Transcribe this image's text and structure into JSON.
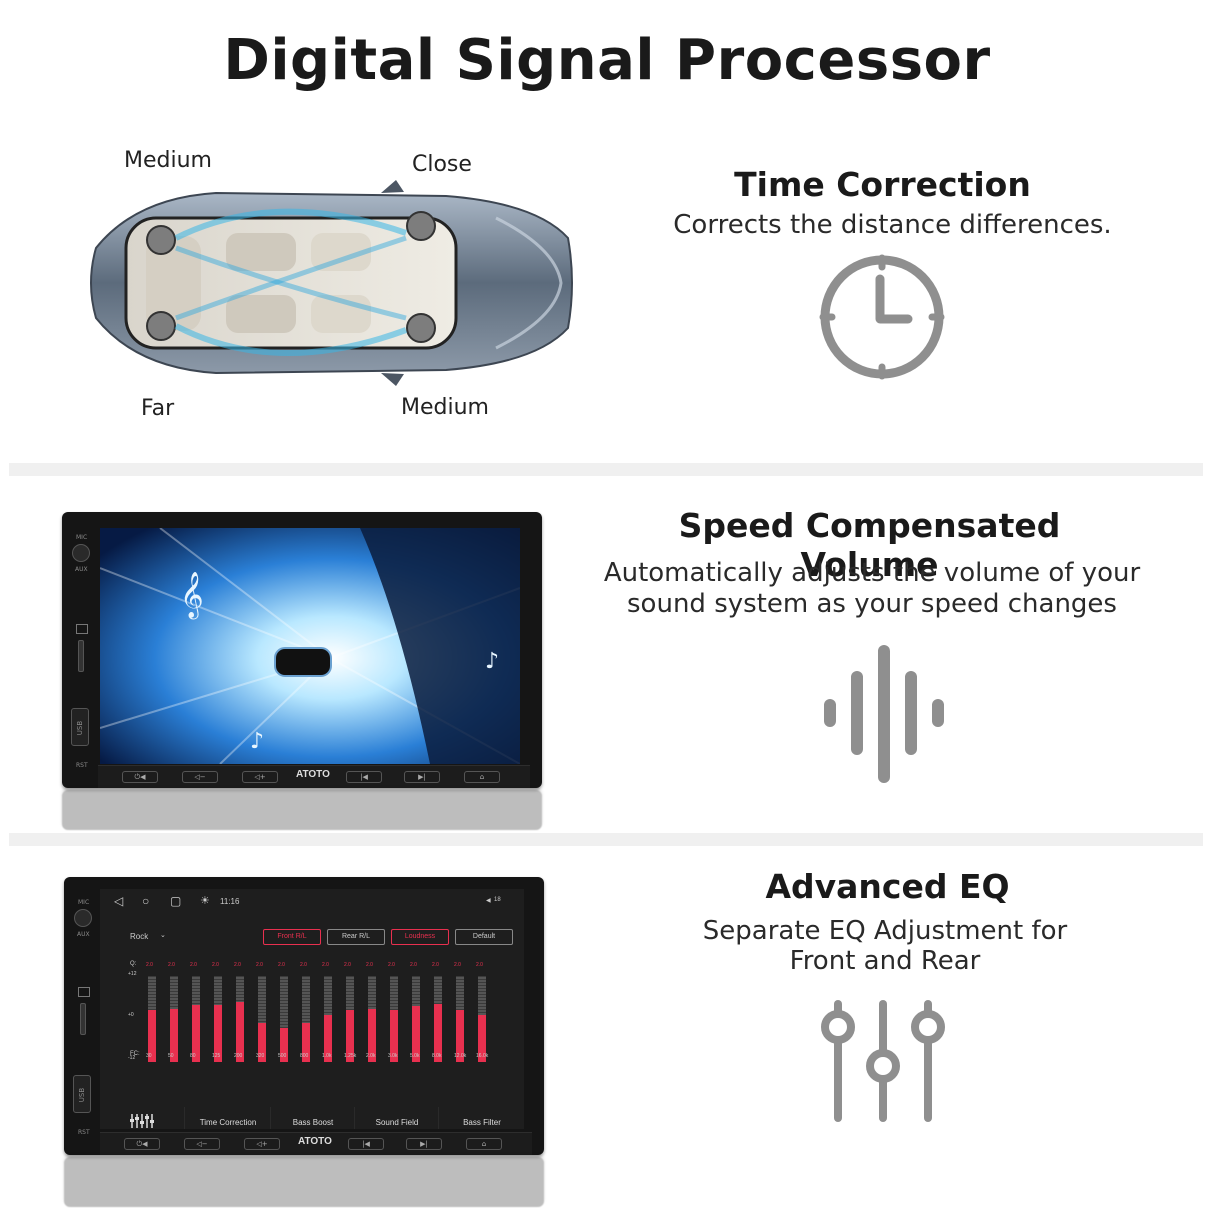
{
  "page_title": "Digital Signal Processor",
  "car_labels": {
    "top_left": "Medium",
    "top_right": "Close",
    "bottom_left": "Far",
    "bottom_right": "Medium"
  },
  "time_correction": {
    "title": "Time Correction",
    "desc": "Corrects the distance differences.",
    "icon": "clock-icon"
  },
  "speed_volume": {
    "title": "Speed Compensated Volume",
    "desc_line1": "Automatically adjusts the volume of your",
    "desc_line2": "sound system as your speed changes",
    "icon": "sound-wave-icon"
  },
  "advanced_eq": {
    "title": "Advanced EQ",
    "desc_line1": "Separate EQ Adjustment for",
    "desc_line2": "Front and Rear",
    "icon": "sliders-icon"
  },
  "head_unit": {
    "brand": "ATOTO",
    "mic": "MIC",
    "aux": "AUX",
    "usb": "USB",
    "rst": "RST"
  },
  "eq_screen": {
    "time": "11:16",
    "status": "18",
    "preset": "Rock",
    "buttons": [
      "Front R/L",
      "Rear R/L",
      "Loudness",
      "Default"
    ],
    "q_label": "Q:",
    "fc_label": "FC:",
    "y_ticks": [
      "+12",
      "+0",
      "-12"
    ],
    "q_values": [
      "2.0",
      "2.0",
      "2.0",
      "2.0",
      "2.0",
      "2.0",
      "2.0",
      "2.0",
      "2.0",
      "2.0",
      "2.0",
      "2.0",
      "2.0",
      "2.0",
      "2.0",
      "2.0"
    ],
    "fc_values": [
      "30",
      "50",
      "80",
      "125",
      "200",
      "320",
      "500",
      "800",
      "1.0k",
      "1.25k",
      "2.0k",
      "3.0k",
      "5.0k",
      "8.0k",
      "12.0k",
      "16.0k"
    ],
    "levels": [
      0.6,
      0.62,
      0.66,
      0.66,
      0.7,
      0.45,
      0.4,
      0.45,
      0.55,
      0.6,
      0.62,
      0.6,
      0.65,
      0.68,
      0.6,
      0.55
    ],
    "tabs": [
      "Time Correction",
      "Bass Boost",
      "Sound Field",
      "Bass Filter"
    ],
    "accent": "#e8304f"
  }
}
